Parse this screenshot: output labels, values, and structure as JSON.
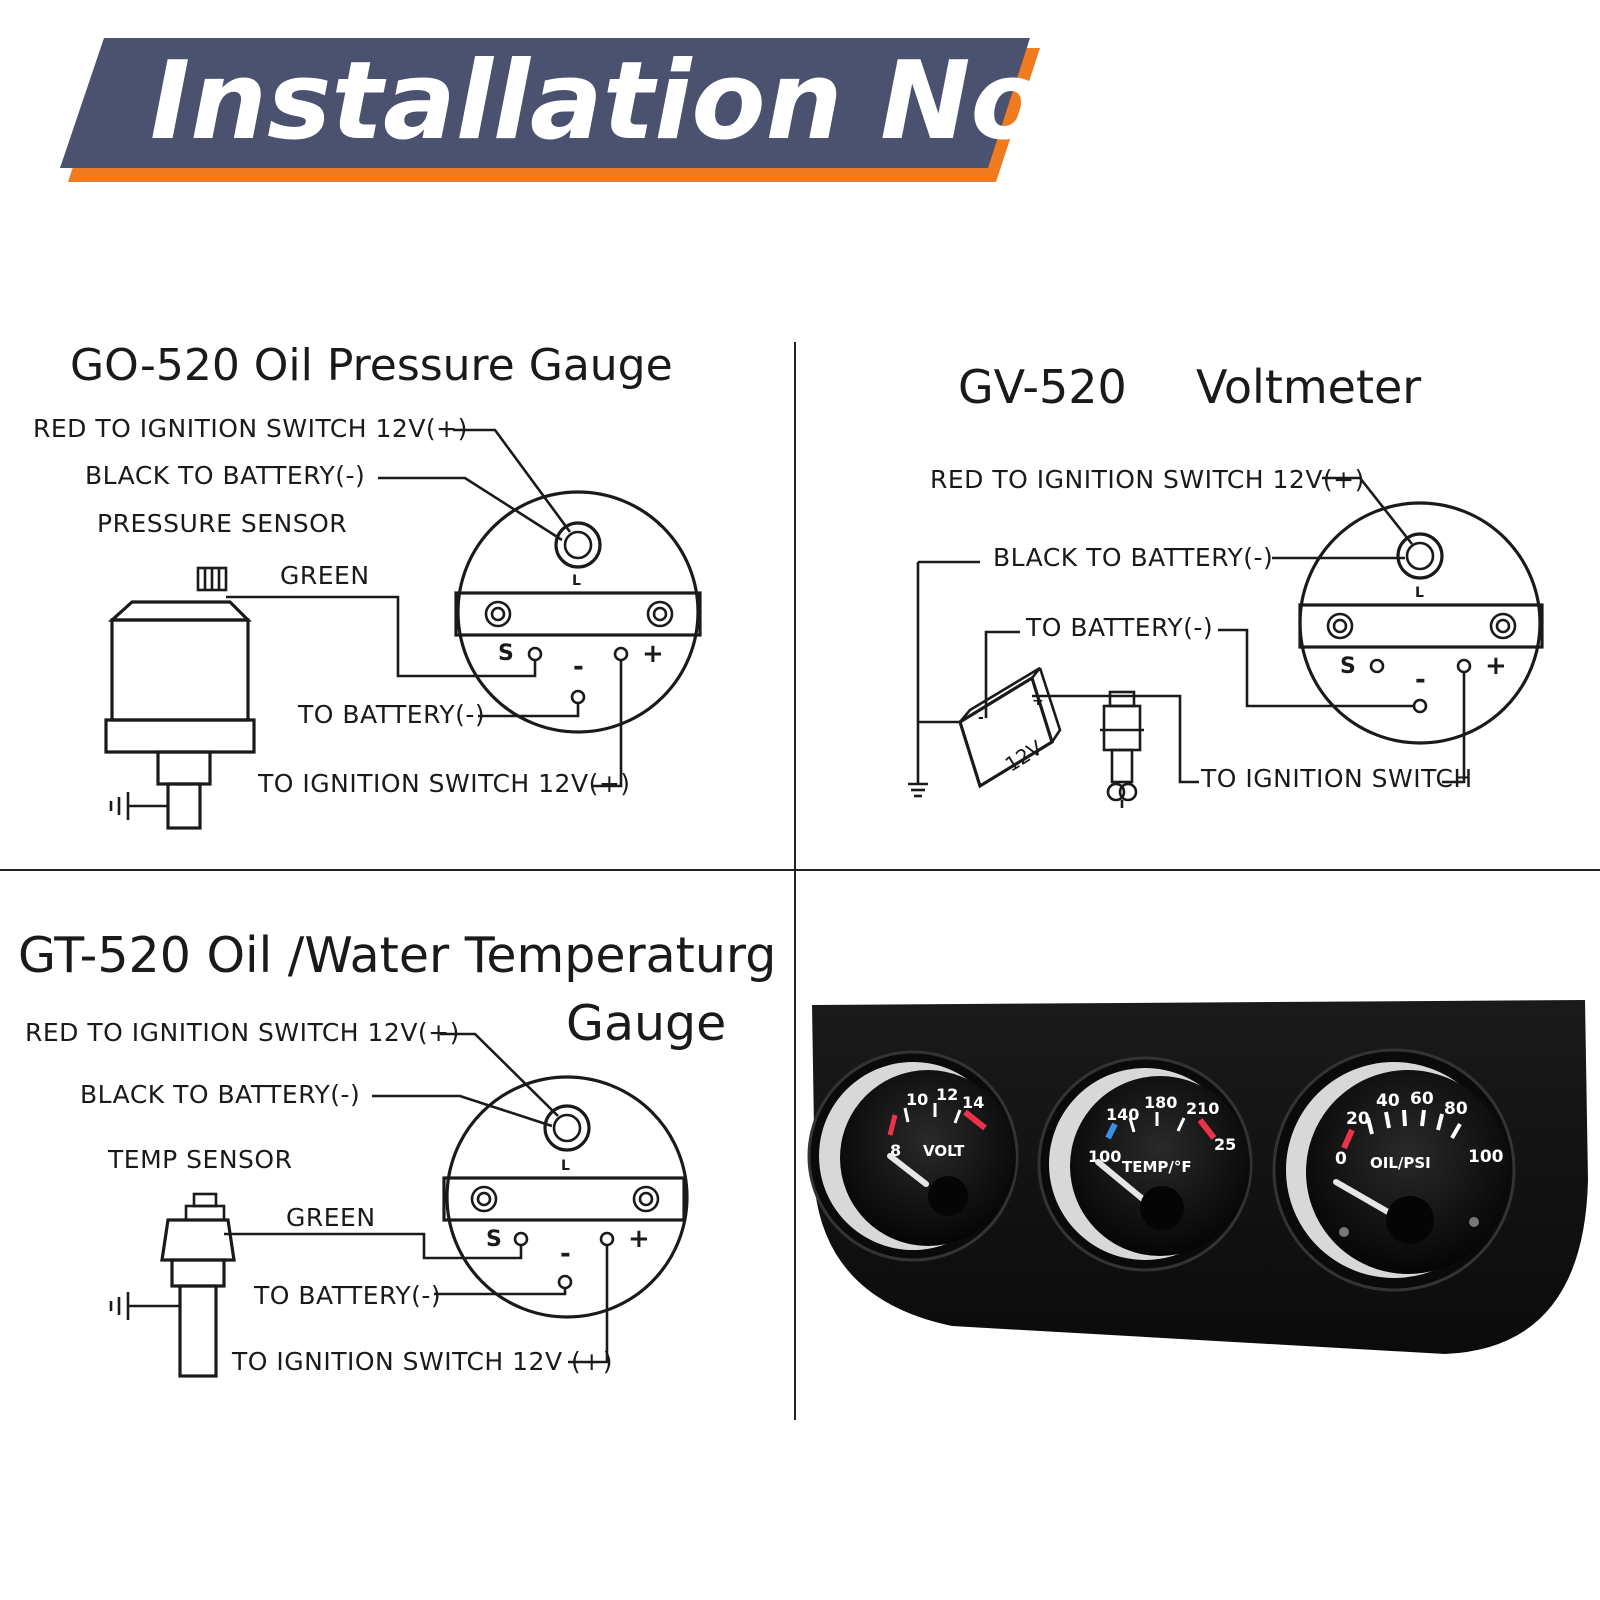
{
  "banner": {
    "title": "Installation Notes",
    "bg_color": "#4a5270",
    "accent_color": "#f07a1e"
  },
  "oil_pressure": {
    "title": "GO-520  Oil Pressure Gauge",
    "red_label": "RED TO IGNITION SWITCH 12V(+)",
    "black_label": "BLACK TO BATTERY(-)",
    "sensor_label": "PRESSURE SENSOR",
    "green_label": "GREEN",
    "battery_label": "TO BATTERY(-)",
    "ignition_label": "TO IGNITION SWITCH 12V(+)",
    "terminal_l": "L",
    "terminal_s": "S",
    "terminal_minus": "-",
    "terminal_plus": "+"
  },
  "voltmeter": {
    "title_model": "GV-520",
    "title_name": "Voltmeter",
    "red_label": "RED TO IGNITION SWITCH 12V(+)",
    "black_label": "BLACK TO BATTERY(-)",
    "battery_label": "TO BATTERY(-)",
    "ignition_label": "TO IGNITION SWITCH",
    "battery_box_label": "12V",
    "terminal_l": "L",
    "terminal_s": "S",
    "terminal_minus": "-",
    "terminal_plus": "+",
    "batt_minus": "-",
    "batt_plus": "+"
  },
  "temperature": {
    "title_line1": "GT-520 Oil /Water Temperaturg",
    "title_line2": "Gauge",
    "red_label": "RED TO IGNITION SWITCH 12V(+)",
    "black_label": "BLACK TO BATTERY(-)",
    "sensor_label": "TEMP SENSOR",
    "green_label": "GREEN",
    "battery_label": "TO BATTERY(-)",
    "ignition_label": "TO IGNITION SWITCH 12V (+)",
    "terminal_l": "L",
    "terminal_s": "S",
    "terminal_minus": "-",
    "terminal_plus": "+"
  },
  "photo": {
    "volt_label": "VOLT",
    "volt_ticks": [
      "8",
      "10",
      "12",
      "14"
    ],
    "temp_label": "TEMP/°F",
    "temp_ticks": [
      "100",
      "140",
      "180",
      "210",
      "25"
    ],
    "oil_label": "OIL/PSI",
    "oil_ticks": [
      "0",
      "20",
      "40",
      "60",
      "80",
      "100"
    ]
  }
}
